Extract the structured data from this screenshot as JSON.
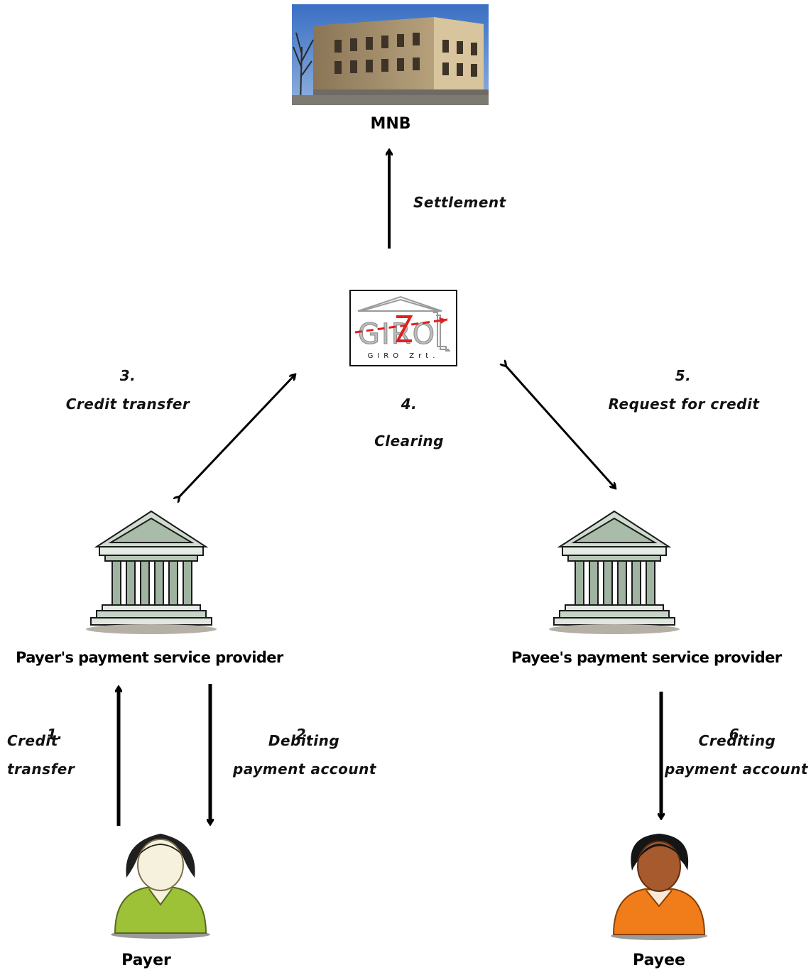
{
  "nodes": {
    "mnb": {
      "label": "MNB"
    },
    "giro": {
      "logo_text": "GIRO Zrt."
    },
    "payer_psp": {
      "label": "Payer's payment service provider"
    },
    "payee_psp": {
      "label": "Payee's payment service provider"
    },
    "payer": {
      "label": "Payer"
    },
    "payee": {
      "label": "Payee"
    }
  },
  "flows": {
    "settlement": {
      "label": "Settlement"
    },
    "step3": {
      "number": "3.",
      "label": "Credit transfer"
    },
    "step4": {
      "number": "4.",
      "label": "Clearing"
    },
    "step5": {
      "number": "5.",
      "label": "Request for credit"
    },
    "step1": {
      "number": "1.",
      "line1": "Credit",
      "line2": "transfer"
    },
    "step2": {
      "number": "2.",
      "line1": "Debiting",
      "line2": "payment account"
    },
    "step6": {
      "number": "6.",
      "line1": "Crediting",
      "line2": "payment account"
    }
  },
  "colors": {
    "arrow": "#000000",
    "giro_red": "#e0201c",
    "payer_shirt": "#9dc238",
    "payee_shirt": "#f07d1a",
    "bank_green": "#9fb3a0"
  }
}
